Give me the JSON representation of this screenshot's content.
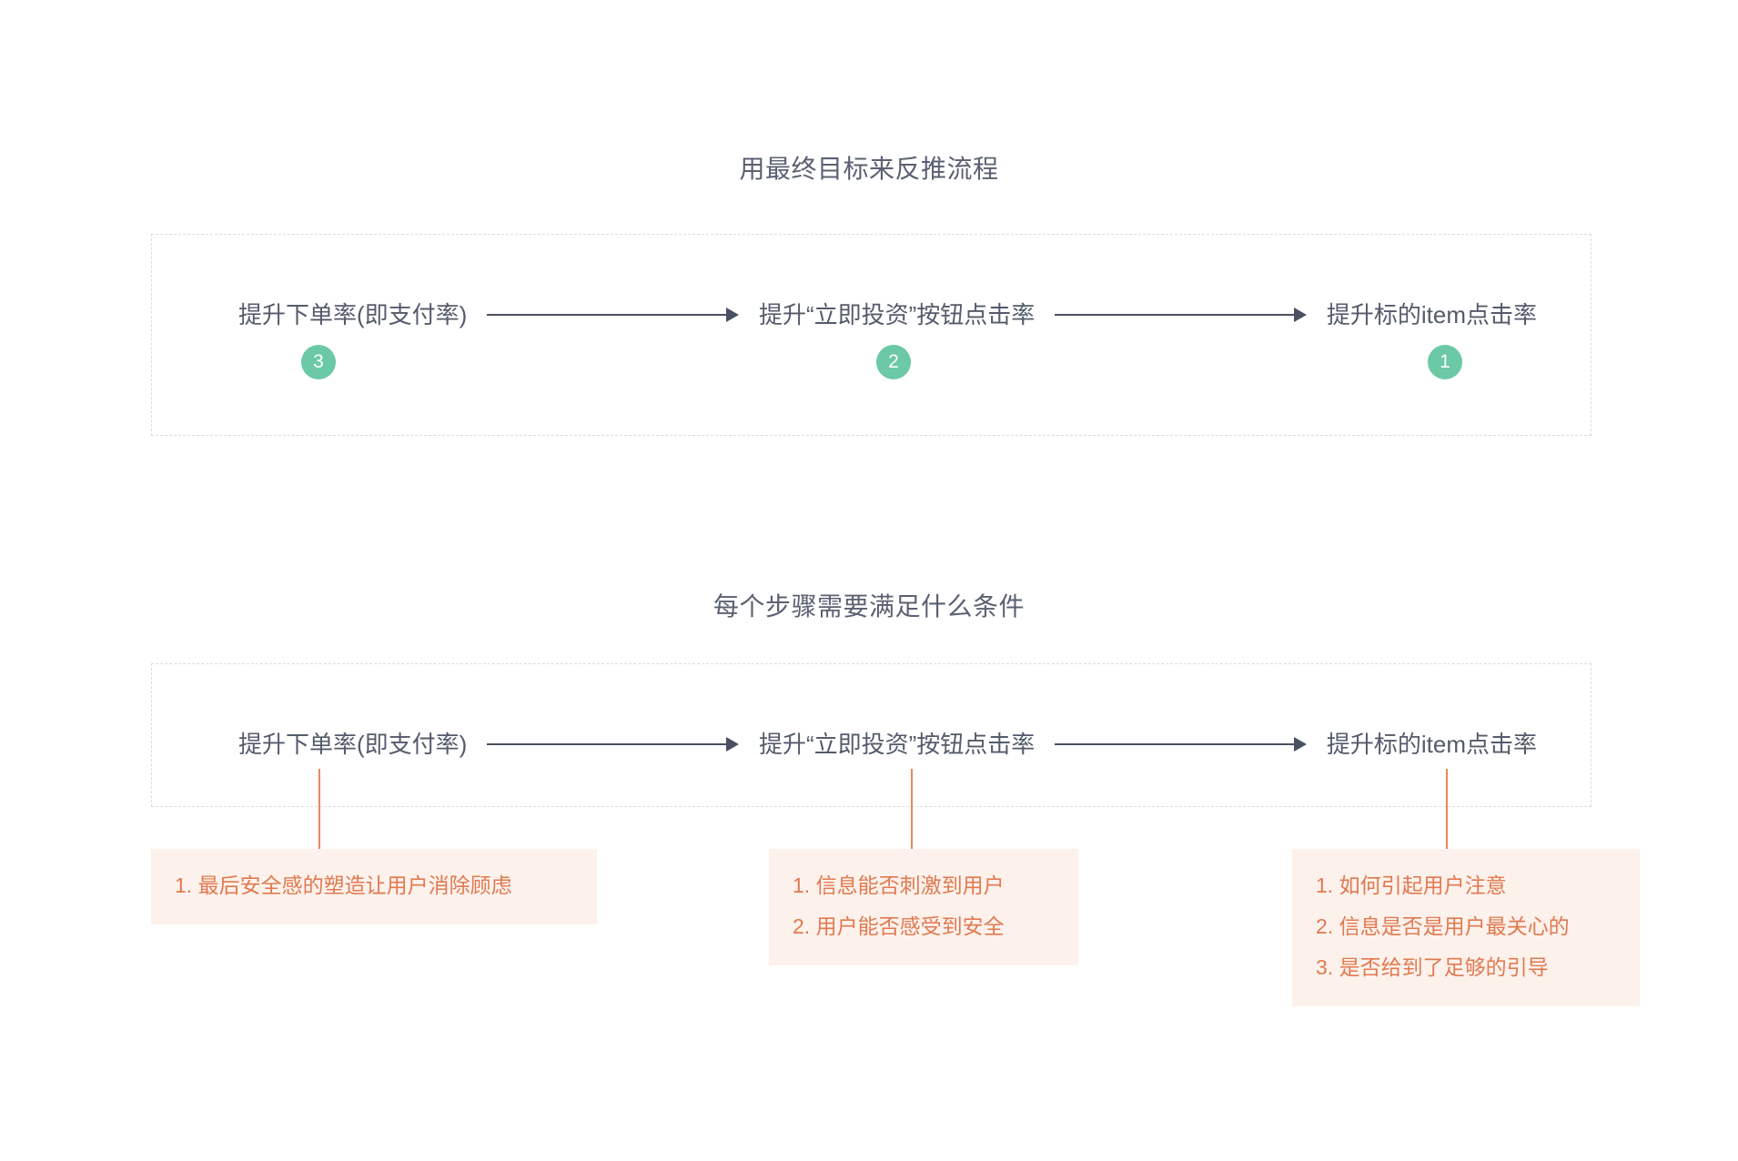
{
  "page": {
    "background": "#ffffff",
    "accent_green": "#6bc9a5",
    "accent_orange": "#e07a50",
    "note_background": "#fdf1ec",
    "arrow_color": "#4a5160",
    "text_color": "#545b6b",
    "dashed_border_color": "#dcdcdc"
  },
  "sections": [
    {
      "title": "用最终目标来反推流程",
      "flow": {
        "nodes": [
          "提升下单率(即支付率)",
          "提升“立即投资”按钮点击率",
          "提升标的item点击率"
        ],
        "arrows": [
          "arrow-right-icon",
          "arrow-right-icon"
        ],
        "badges": [
          "3",
          "2",
          "1"
        ]
      }
    },
    {
      "title": "每个步骤需要满足什么条件",
      "flow": {
        "nodes": [
          "提升下单率(即支付率)",
          "提升“立即投资”按钮点击率",
          "提升标的item点击率"
        ],
        "arrows": [
          "arrow-right-icon",
          "arrow-right-icon"
        ]
      },
      "notes": [
        {
          "lines": [
            "1. 最后安全感的塑造让用户消除顾虑"
          ]
        },
        {
          "lines": [
            "1. 信息能否刺激到用户",
            "2. 用户能否感受到安全"
          ]
        },
        {
          "lines": [
            "1. 如何引起用户注意",
            "2. 信息是否是用户最关心的",
            "3. 是否给到了足够的引导"
          ]
        }
      ]
    }
  ]
}
